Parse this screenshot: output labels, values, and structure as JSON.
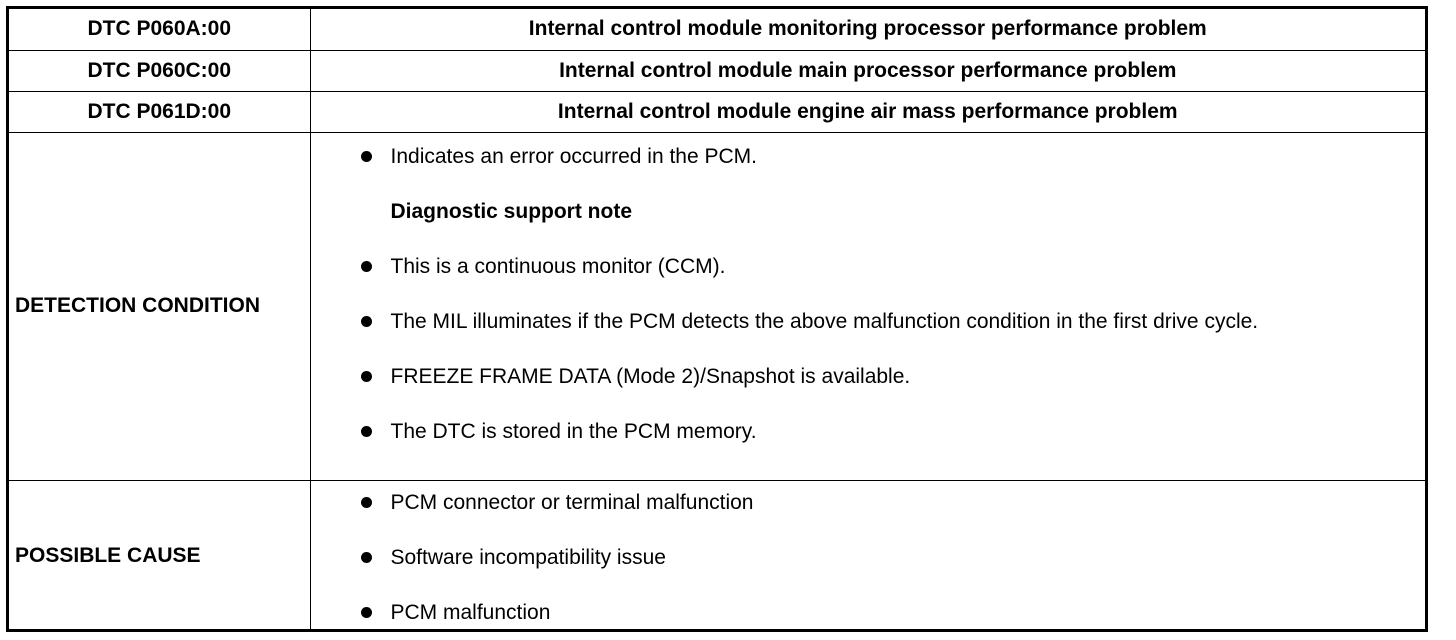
{
  "codes": [
    {
      "code": "DTC P060A:00",
      "description": "Internal control module monitoring processor performance problem"
    },
    {
      "code": "DTC P060C:00",
      "description": "Internal control module main processor performance problem"
    },
    {
      "code": "DTC P061D:00",
      "description": "Internal control module engine air mass performance problem"
    }
  ],
  "detection": {
    "label": "DETECTION CONDITION",
    "first_item": "Indicates an error occurred in the PCM.",
    "note_heading": "Diagnostic support note",
    "items": [
      "This is a continuous monitor (CCM).",
      "The MIL illuminates if the PCM detects the above malfunction condition in the first drive cycle.",
      "FREEZE FRAME DATA (Mode 2)/Snapshot is available.",
      "The DTC is stored in the PCM memory."
    ]
  },
  "cause": {
    "label": "POSSIBLE CAUSE",
    "items": [
      "PCM connector or terminal malfunction",
      "Software incompatibility issue",
      "PCM malfunction"
    ]
  }
}
